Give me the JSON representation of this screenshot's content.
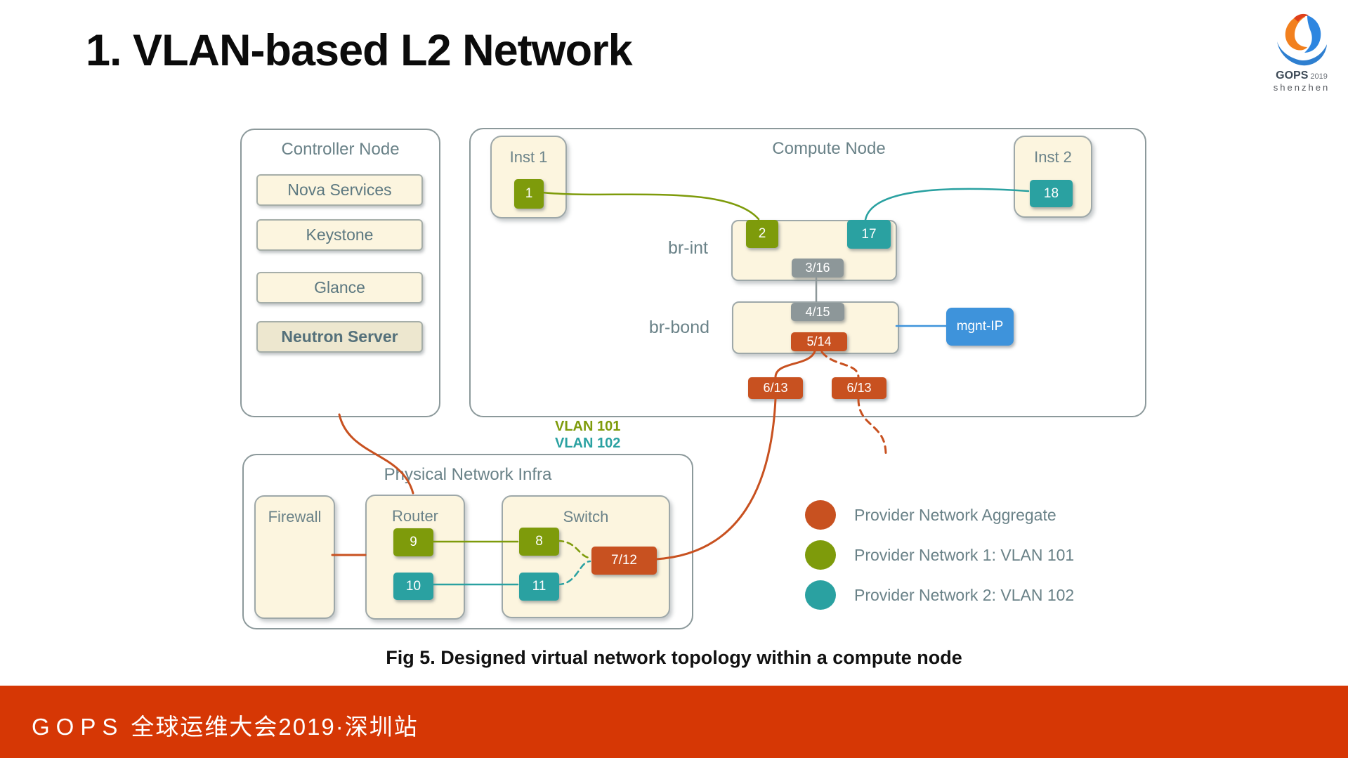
{
  "slide": {
    "title": "1. VLAN-based L2 Network",
    "caption": "Fig 5. Designed virtual network topology within a compute node",
    "footer_brand": "GOPS",
    "footer_text": "全球运维大会2019·深圳站"
  },
  "logo": {
    "name": "GOPS",
    "year": "2019",
    "city": "shenzhen"
  },
  "colors": {
    "aggregate": "#C85120",
    "provider1": "#7E9B0B",
    "provider2": "#2AA1A1",
    "grayport": "#8D9799",
    "mgntblue": "#3E93DB",
    "cream": "#FCF5DF",
    "creamdark": "#EDE7CF",
    "boxborder": "#8C999B",
    "slate": "#6A8288",
    "footerred": "#D63705"
  },
  "controller": {
    "title": "Controller Node",
    "services": [
      "Nova Services",
      "Keystone",
      "Glance",
      "Neutron Server"
    ]
  },
  "compute": {
    "title": "Compute Node",
    "inst1": {
      "label": "Inst 1",
      "port": "1"
    },
    "inst2": {
      "label": "Inst 2",
      "port": "18"
    },
    "br_int": {
      "label": "br-int",
      "port_left": "2",
      "port_right": "17",
      "port_bottom": "3/16"
    },
    "br_bond": {
      "label": "br-bond",
      "port_top": "4/15",
      "port_bottom": "5/14"
    },
    "mgnt_label": "mgnt-IP",
    "uplink_left": "6/13",
    "uplink_right": "6/13"
  },
  "vlans": {
    "vlan101": "VLAN 101",
    "vlan102": "VLAN 102"
  },
  "physical": {
    "title": "Physical Network Infra",
    "firewall": "Firewall",
    "router": {
      "label": "Router",
      "port_top": "9",
      "port_bottom": "10"
    },
    "switch": {
      "label": "Switch",
      "port_top": "8",
      "port_bottom": "11",
      "port_trunk": "7/12"
    }
  },
  "legend": {
    "items": [
      {
        "label": "Provider Network Aggregate"
      },
      {
        "label": "Provider Network 1: VLAN 101"
      },
      {
        "label": "Provider Network 2: VLAN 102"
      }
    ]
  }
}
